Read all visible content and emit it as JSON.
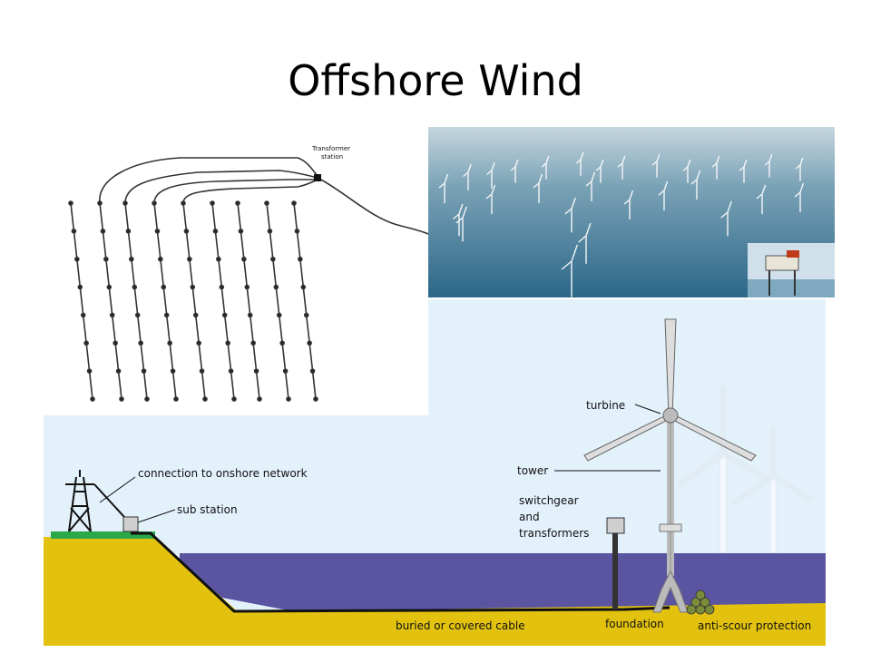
{
  "slide": {
    "title": "Offshore Wind"
  },
  "layout_diagram": {
    "transformer_label_line1": "Transformer",
    "transformer_label_line2": "station"
  },
  "diagram": {
    "labels": {
      "turbine": "turbine",
      "tower": "tower",
      "switchgear_1": "switchgear",
      "switchgear_2": "and",
      "switchgear_3": "transformers",
      "connection": "connection to onshore network",
      "sub_station": "sub station",
      "cable": "buried or covered cable",
      "foundation": "foundation",
      "anti_scour": "anti-scour protection"
    }
  },
  "colors": {
    "sky": "#e3f1fb",
    "sea": "#5b55a1",
    "seabed": "#e3c20f",
    "land_top": "#2aa84a",
    "sea_photo_top": "#bcd1dc",
    "sea_photo_bottom": "#2f6d8c"
  }
}
